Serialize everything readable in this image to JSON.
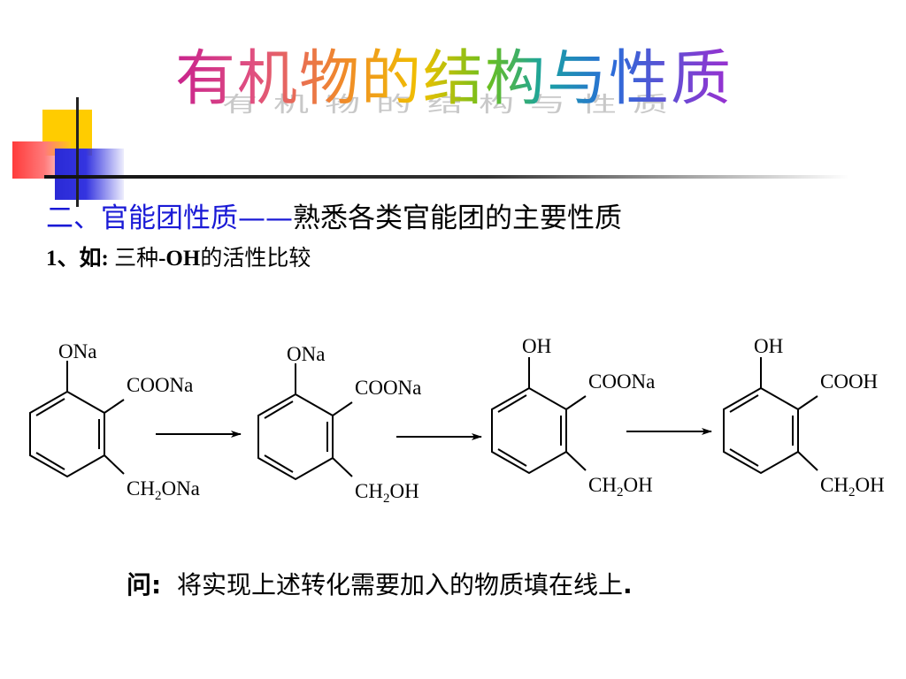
{
  "title": "有机物的结构与性质",
  "section": {
    "label": "二、官能团性质",
    "dash": "——",
    "desc": "熟悉各类官能团的主要性质"
  },
  "subheading": {
    "prefix": "1、如: ",
    "mid": "三种",
    "group": "-OH",
    "suffix": "的活性比较"
  },
  "molecules": [
    {
      "top": "ONa",
      "right": "COONa",
      "bottom_prefix": "CH",
      "bottom_sub": "2",
      "bottom_suffix": "ONa"
    },
    {
      "top": "ONa",
      "right": "COONa",
      "bottom_prefix": "CH",
      "bottom_sub": "2",
      "bottom_suffix": "OH"
    },
    {
      "top": "OH",
      "right": "COONa",
      "bottom_prefix": "CH",
      "bottom_sub": "2",
      "bottom_suffix": "OH"
    },
    {
      "top": "OH",
      "right": "COOH",
      "bottom_prefix": "CH",
      "bottom_sub": "2",
      "bottom_suffix": "OH"
    }
  ],
  "question": {
    "label": "问",
    "colon": ":",
    "text": "  将实现上述转化需要加入的物质填在线上",
    "period": "."
  },
  "colors": {
    "heading_blue": "#1a1ad6",
    "deco_yellow": "#ffcc00",
    "deco_red": "#ff3b3b",
    "deco_blue": "#2a2ad6"
  }
}
